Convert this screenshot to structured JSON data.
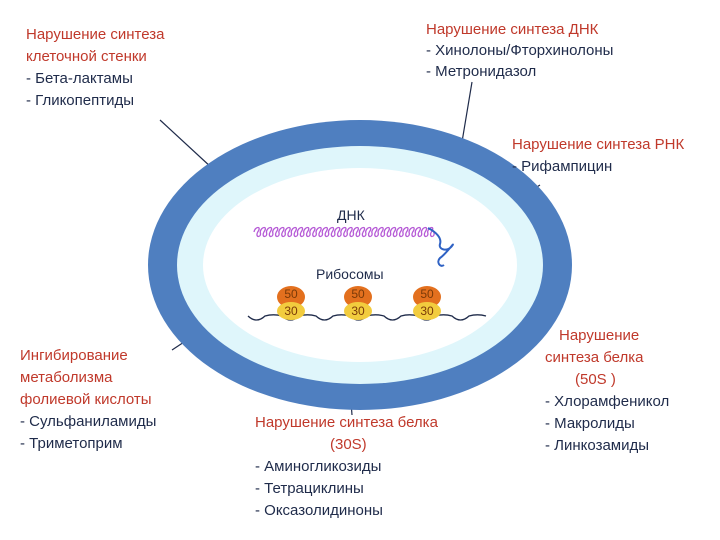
{
  "labels": {
    "cell_wall": {
      "title_line1": "Нарушение синтеза",
      "title_line2": "клеточной стенки",
      "item1": "- Бета-лактамы",
      "item2": "- Гликопептиды"
    },
    "dna_synthesis": {
      "title": "Нарушение синтеза ДНК",
      "item1": "- Хинолоны/Фторхинолоны",
      "item2": "- Метронидазол"
    },
    "rna_synthesis": {
      "title": "Нарушение синтеза РНК",
      "item1": "- Рифампицин"
    },
    "folate": {
      "title_line1": "Ингибирование",
      "title_line2": "метаболизма",
      "title_line3": "фолиевой кислоты",
      "item1": "- Сульфаниламиды",
      "item2": "- Триметоприм"
    },
    "protein_30s": {
      "title_line1": "Нарушение синтеза белка",
      "title_line2": "(30S)",
      "item1": "- Аминогликозиды",
      "item2": "- Тетрациклины",
      "item3": "- Оксазолидиноны"
    },
    "protein_50s": {
      "title_line1": "Нарушение",
      "title_line2": "синтеза белка",
      "title_line3": "(50S )",
      "item1": "- Хлорамфеникол",
      "item2": "- Макролиды",
      "item3": "- Линкозамиды"
    }
  },
  "cell": {
    "dna_label": "ДНК",
    "ribosomes_label": "Рибосомы",
    "ribosomes": [
      {
        "large": "50",
        "small": "30"
      },
      {
        "large": "50",
        "small": "30"
      },
      {
        "large": "50",
        "small": "30"
      }
    ]
  },
  "colors": {
    "outer_wall": "#4f7fc0",
    "inner_ring": "#dff6fb",
    "cytoplasm": "#ffffff",
    "dna": "#b65bd6",
    "mrna": "#1f2b4a",
    "rna_squiggle": "#2f62c4",
    "ribosome_large": "#e3701e",
    "ribosome_small": "#f2cc3e",
    "label_red": "#c0392b",
    "label_navy": "#1f2b4a"
  }
}
